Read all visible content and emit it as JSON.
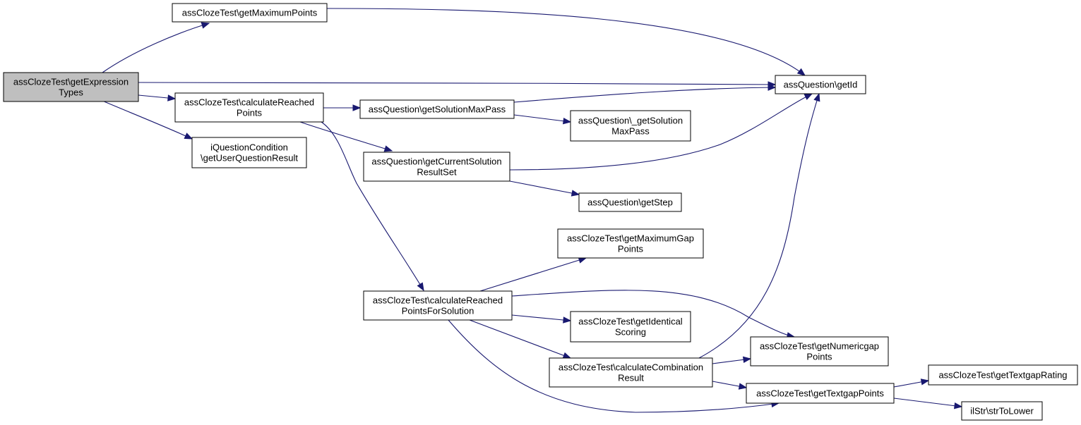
{
  "diagram": {
    "type": "call-graph",
    "root": "getExpressionTypes",
    "nodes": [
      {
        "id": "getExpressionTypes",
        "lines": [
          "assClozeTest\\getExpression",
          "Types"
        ],
        "root": true
      },
      {
        "id": "getMaximumPoints",
        "lines": [
          "assClozeTest\\getMaximumPoints"
        ]
      },
      {
        "id": "calculateReachedPoints",
        "lines": [
          "assClozeTest\\calculateReached",
          "Points"
        ]
      },
      {
        "id": "getUserQuestionResult",
        "lines": [
          "iQuestionCondition",
          "\\getUserQuestionResult"
        ]
      },
      {
        "id": "getSolutionMaxPass",
        "lines": [
          "assQuestion\\getSolutionMaxPass"
        ]
      },
      {
        "id": "getCurrentSolutionResultSet",
        "lines": [
          "assQuestion\\getCurrentSolution",
          "ResultSet"
        ]
      },
      {
        "id": "calculateReachedPointsForSolution",
        "lines": [
          "assClozeTest\\calculateReached",
          "PointsForSolution"
        ]
      },
      {
        "id": "getId",
        "lines": [
          "assQuestion\\getId"
        ]
      },
      {
        "id": "_getSolutionMaxPass",
        "lines": [
          "assQuestion\\_getSolution",
          "MaxPass"
        ]
      },
      {
        "id": "getStep",
        "lines": [
          "assQuestion\\getStep"
        ]
      },
      {
        "id": "getMaximumGapPoints",
        "lines": [
          "assClozeTest\\getMaximumGap",
          "Points"
        ]
      },
      {
        "id": "getIdenticalScoring",
        "lines": [
          "assClozeTest\\getIdentical",
          "Scoring"
        ]
      },
      {
        "id": "calculateCombinationResult",
        "lines": [
          "assClozeTest\\calculateCombination",
          "Result"
        ]
      },
      {
        "id": "getNumericgapPoints",
        "lines": [
          "assClozeTest\\getNumericgap",
          "Points"
        ]
      },
      {
        "id": "getTextgapPoints",
        "lines": [
          "assClozeTest\\getTextgapPoints"
        ]
      },
      {
        "id": "getTextgapRating",
        "lines": [
          "assClozeTest\\getTextgapRating"
        ]
      },
      {
        "id": "strToLower",
        "lines": [
          "ilStr\\strToLower"
        ]
      }
    ],
    "edges": [
      {
        "from": "getExpressionTypes",
        "to": "getMaximumPoints"
      },
      {
        "from": "getExpressionTypes",
        "to": "getId"
      },
      {
        "from": "getExpressionTypes",
        "to": "calculateReachedPoints"
      },
      {
        "from": "getExpressionTypes",
        "to": "getUserQuestionResult"
      },
      {
        "from": "getMaximumPoints",
        "to": "getId"
      },
      {
        "from": "calculateReachedPoints",
        "to": "getSolutionMaxPass"
      },
      {
        "from": "calculateReachedPoints",
        "to": "getCurrentSolutionResultSet"
      },
      {
        "from": "calculateReachedPoints",
        "to": "calculateReachedPointsForSolution"
      },
      {
        "from": "getSolutionMaxPass",
        "to": "getId"
      },
      {
        "from": "getSolutionMaxPass",
        "to": "_getSolutionMaxPass"
      },
      {
        "from": "getCurrentSolutionResultSet",
        "to": "getId"
      },
      {
        "from": "getCurrentSolutionResultSet",
        "to": "getStep"
      },
      {
        "from": "calculateReachedPointsForSolution",
        "to": "getMaximumGapPoints"
      },
      {
        "from": "calculateReachedPointsForSolution",
        "to": "getNumericgapPoints"
      },
      {
        "from": "calculateReachedPointsForSolution",
        "to": "getIdenticalScoring"
      },
      {
        "from": "calculateReachedPointsForSolution",
        "to": "calculateCombinationResult"
      },
      {
        "from": "calculateReachedPointsForSolution",
        "to": "getTextgapPoints"
      },
      {
        "from": "calculateCombinationResult",
        "to": "getId"
      },
      {
        "from": "calculateCombinationResult",
        "to": "getNumericgapPoints"
      },
      {
        "from": "calculateCombinationResult",
        "to": "getTextgapPoints"
      },
      {
        "from": "getTextgapPoints",
        "to": "getTextgapRating"
      },
      {
        "from": "getTextgapPoints",
        "to": "strToLower"
      }
    ]
  },
  "colors": {
    "edge": "#191970",
    "node_border": "#000000",
    "node_fill": "#ffffff",
    "root_fill": "#bfbfbf"
  }
}
